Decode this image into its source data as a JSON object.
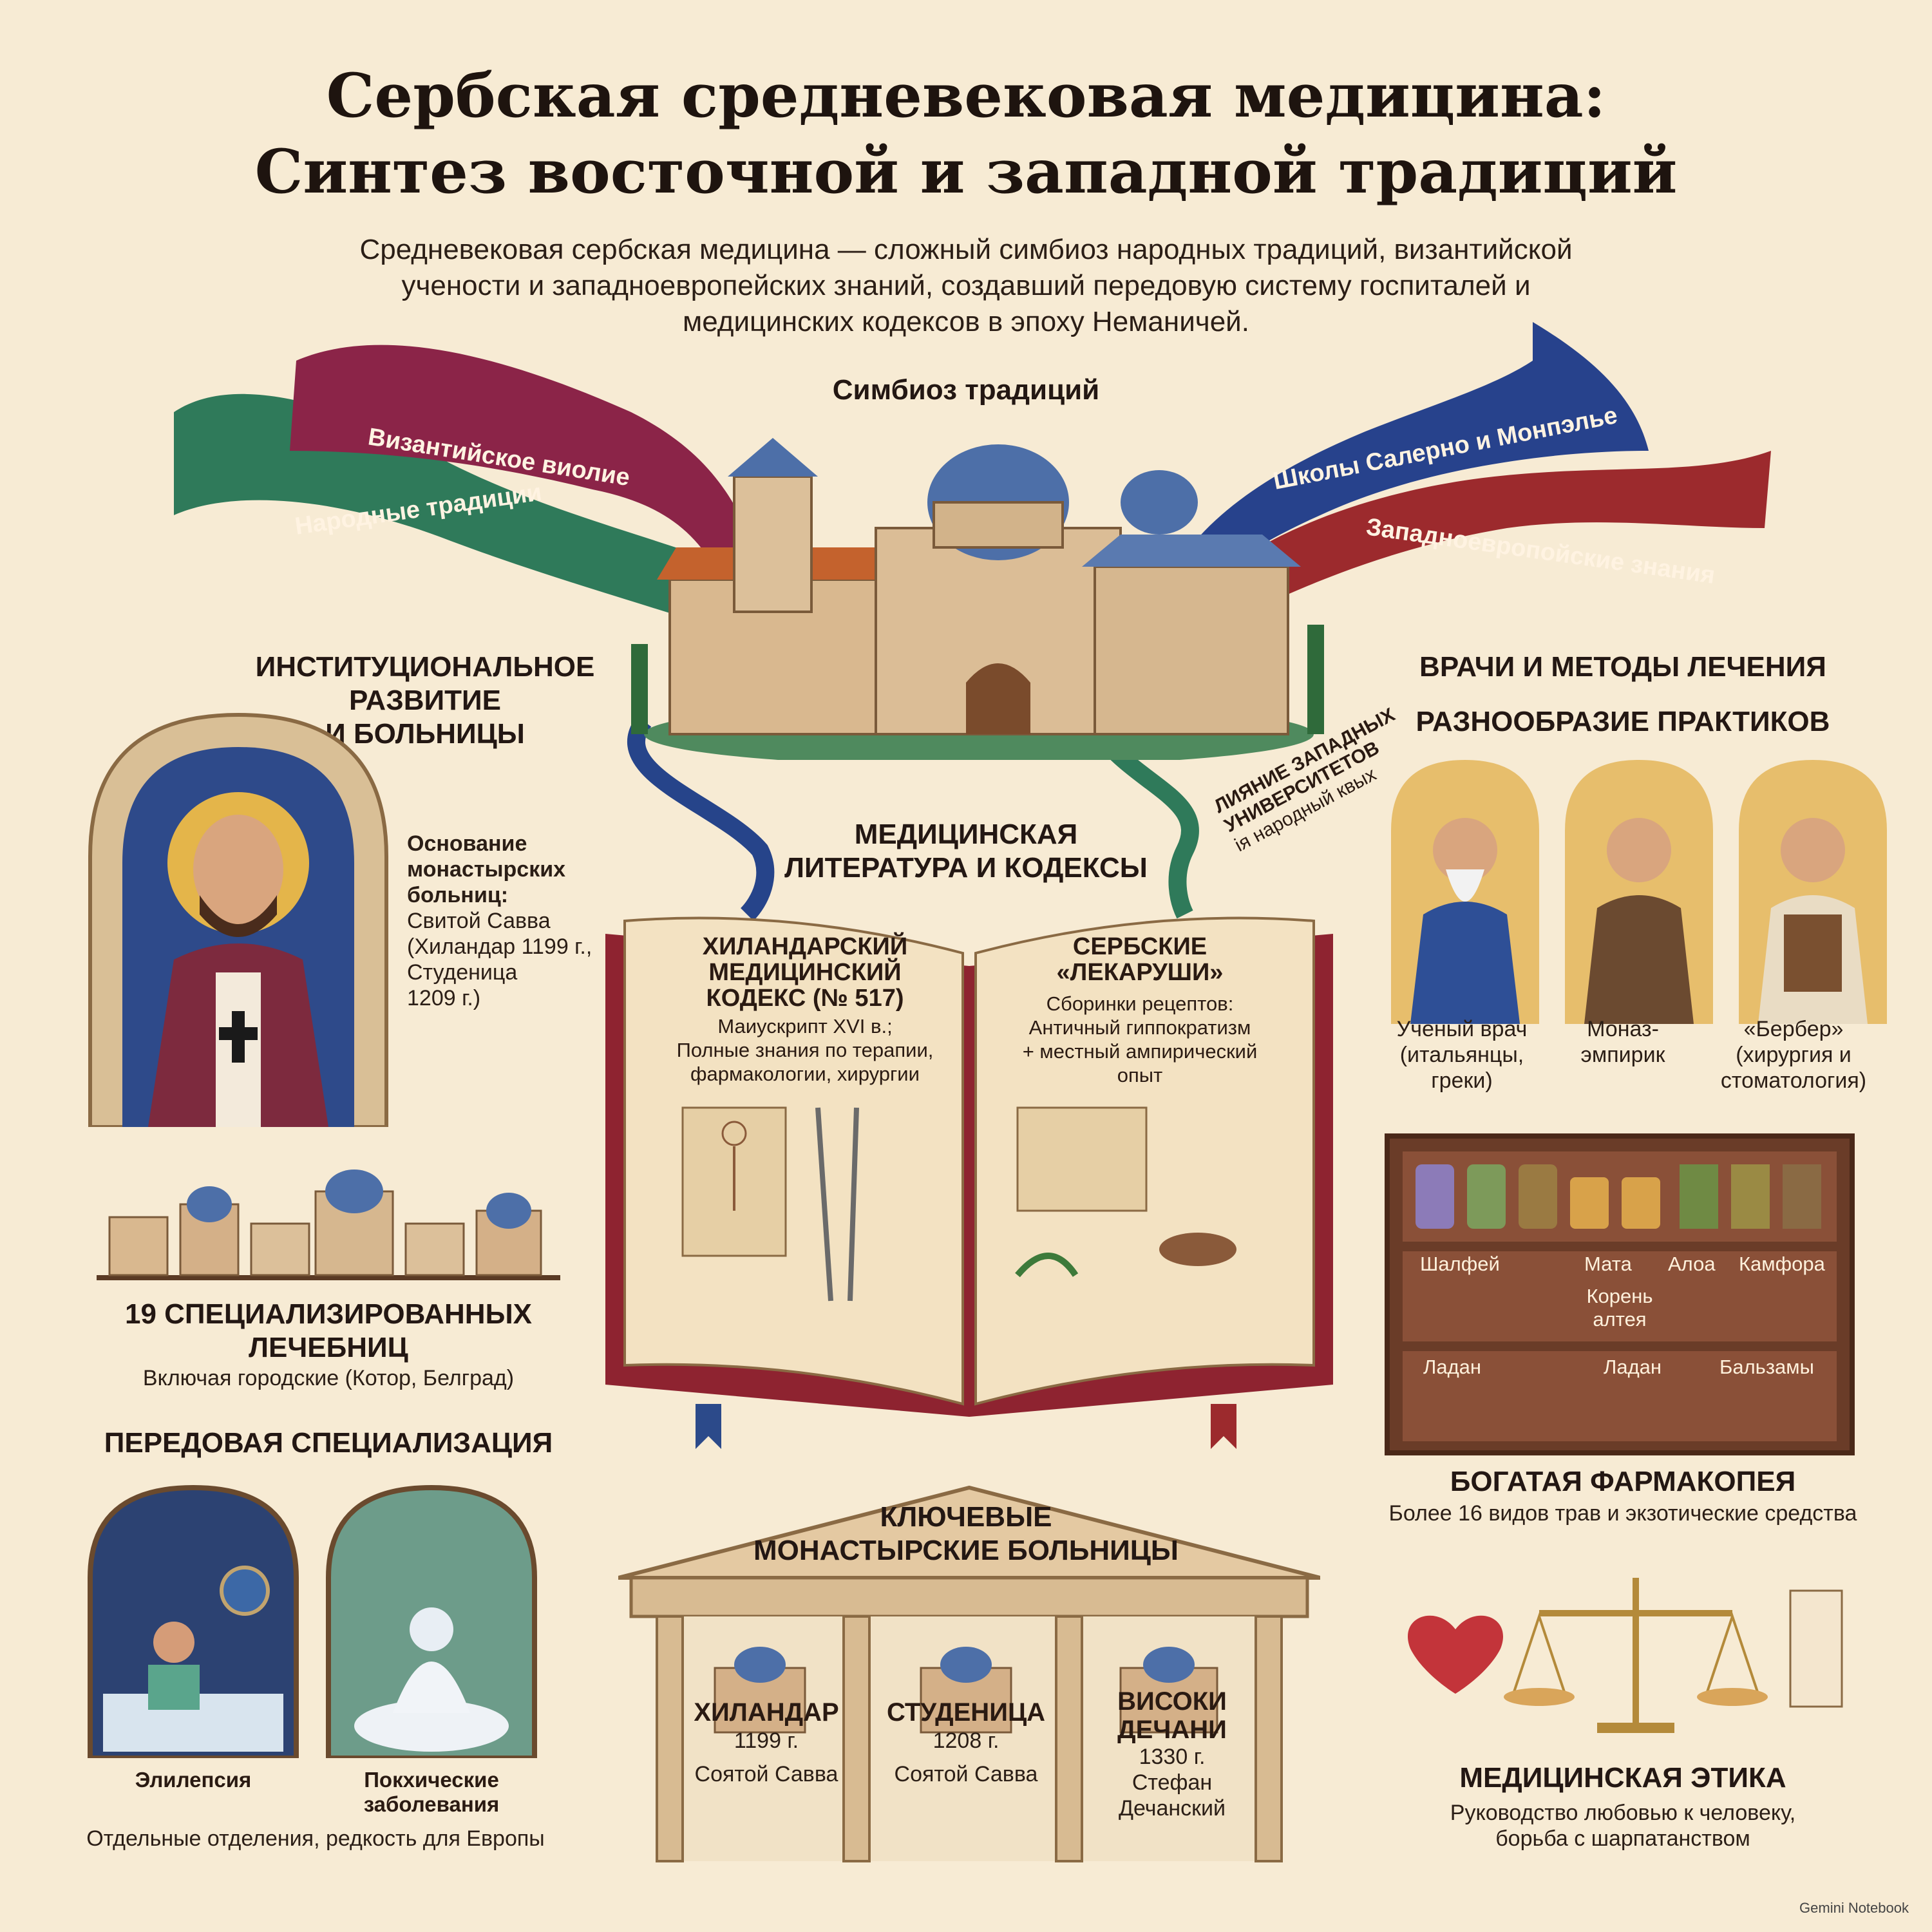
{
  "title_line1": "Сербская средневековая медицина:",
  "title_line2": "Синтез восточной и западной традиций",
  "subtitle": "Средневековая сербская медицина — сложный симбиоз народных традиций, византийской учености и западноевропейских знаний, создавший передовую систему госпиталей и медицинских кодексов в эпоху Неманичей.",
  "symbiosis": {
    "label": "Симбиоз традиций",
    "ribbon_byzantine": "Византийское виолие",
    "ribbon_folk": "Народные традиции",
    "ribbon_salerno": "Школы Салерно и Монпэльe",
    "ribbon_western": "Западноевропойские знания",
    "side_note_line1": "ЛИЯНИЕ ЗАПАДНЫХ",
    "side_note_line2": "УНИВЕРСИТЕТОВ",
    "side_note_line3": "ія народный квых"
  },
  "institutional": {
    "heading_line1": "ИНСТИТУЦИОНАЛЬНОЕ",
    "heading_line2": "РАЗВИТИЕ",
    "heading_line3": "И БОЛЬНИЦЫ",
    "founding_label_l1": "Основание",
    "founding_label_l2": "монастырских",
    "founding_label_l3": "больниц:",
    "founding_text_l1": "Свитой Савва",
    "founding_text_l2": "(Хиландар 1199 г.,",
    "founding_text_l3": "Студеница",
    "founding_text_l4": "1209 г.)",
    "clinics_heading_l1": "19 СПЕЦИАЛИЗИРОВАННЫХ",
    "clinics_heading_l2": "ЛЕЧЕБНИЦ",
    "clinics_text": "Включая городские (Котор, Белград)",
    "spec_heading": "ПЕРЕДОВАЯ СПЕЦИАЛИЗАЦИЯ",
    "spec_item1": "Элилепсия",
    "spec_item2_l1": "Покхические",
    "spec_item2_l2": "заболевания",
    "spec_text": "Отдельные отделения, редкость для Европы"
  },
  "literature": {
    "heading_l1": "МЕДИЦИНСКАЯ",
    "heading_l2": "ЛИТЕРАТУРА И КОДЕКСЫ",
    "left_title_l1": "ХИЛАНДАРСКИЙ",
    "left_title_l2": "МЕДИЦИНСКИЙ",
    "left_title_l3": "КОДЕКС (№ 517)",
    "left_text_l1": "Маиускрипт XVI в.;",
    "left_text_l2": "Полные знания по терапии,",
    "left_text_l3": "фармакологии, хирургии",
    "right_title_l1": "СЕРБСКИЕ",
    "right_title_l2": "«ЛЕКАРУШИ»",
    "right_text_l1": "Сборинки рецептов:",
    "right_text_l2": "Античный гиппократизм",
    "right_text_l3": "+ местный ампирический",
    "right_text_l4": "опыт"
  },
  "doctors": {
    "heading": "ВРАЧИ И МЕТОДЫ ЛЕЧЕНИЯ",
    "subheading": "РАЗНООБРАЗИЕ ПРАКТИКОВ",
    "p1_l1": "Ученый врач",
    "p1_l2": "(итальянцы,",
    "p1_l3": "греки)",
    "p2_l1": "Моназ-",
    "p2_l2": "эмпирик",
    "p3_l1": "«Бербер»",
    "p3_l2": "(хирургия и",
    "p3_l3": "стоматология)"
  },
  "pharmacy": {
    "shelf2_l1": "Шалфей",
    "shelf2_l2": "Мата",
    "shelf2_l3": "Алоа",
    "shelf2_l4": "Камфора",
    "shelf2_l5_a": "Корень",
    "shelf2_l5_b": "алтея",
    "shelf3_l1": "Ладан",
    "shelf3_l2": "Ладан",
    "shelf3_l3": "Бальзамы",
    "heading": "БОГАТАЯ ФАРМАКОПЕЯ",
    "text": "Более 16 видов трав и экзотические средства"
  },
  "hospitals": {
    "heading_l1": "КЛЮЧЕВЫЕ",
    "heading_l2": "МОНАСТЫРСКИЕ БОЛЬНИЦЫ",
    "h1_name": "ХИЛАНДАР",
    "h1_year": "1199 г.",
    "h1_founder": "Соятой Савва",
    "h2_name": "СТУДЕНИЦА",
    "h2_year": "1208 г.",
    "h2_founder": "Соятой Савва",
    "h3_name_l1": "ВИСОКИ",
    "h3_name_l2": "ДЕЧАНИ",
    "h3_year": "1330 г.",
    "h3_founder_l1": "Стефан",
    "h3_founder_l2": "Дечанский"
  },
  "ethics": {
    "heading": "МЕДИЦИНСКАЯ ЭТИКА",
    "text_l1": "Руководство любовью к человеку,",
    "text_l2": "борьба с шарпатанством"
  },
  "footer": "Gemini Notebook",
  "colors": {
    "background": "#f7ebd4",
    "ribbon_green": "#2f7a5a",
    "ribbon_maroon": "#8b2448",
    "ribbon_blue": "#27428c",
    "ribbon_red": "#9c2a2d",
    "book_red": "#8e2330"
  }
}
